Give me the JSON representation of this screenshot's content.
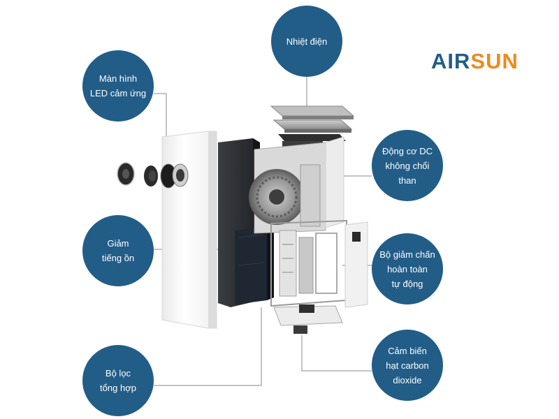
{
  "brand": {
    "part1": "AIR",
    "part2": "SUN",
    "color1": "#225d88",
    "color2": "#ee8a1f"
  },
  "accent_color": "#225d88",
  "labels": {
    "heating": [
      "Nhiệt điện"
    ],
    "touch_screen": [
      "Màn hình",
      "LED cảm ứng"
    ],
    "dc_motor": [
      "Động cơ DC",
      "không chổi",
      "than"
    ],
    "noise_reduction": [
      "Giảm",
      "tiếng ồn"
    ],
    "auto_damper": [
      "Bộ giảm chấn",
      "hoàn toàn",
      "tự động"
    ],
    "combined_filter": [
      "Bộ lọc",
      "tổng hợp"
    ],
    "co2_sensor": [
      "Cảm biến",
      "hạt carbon",
      "dioxide"
    ]
  }
}
